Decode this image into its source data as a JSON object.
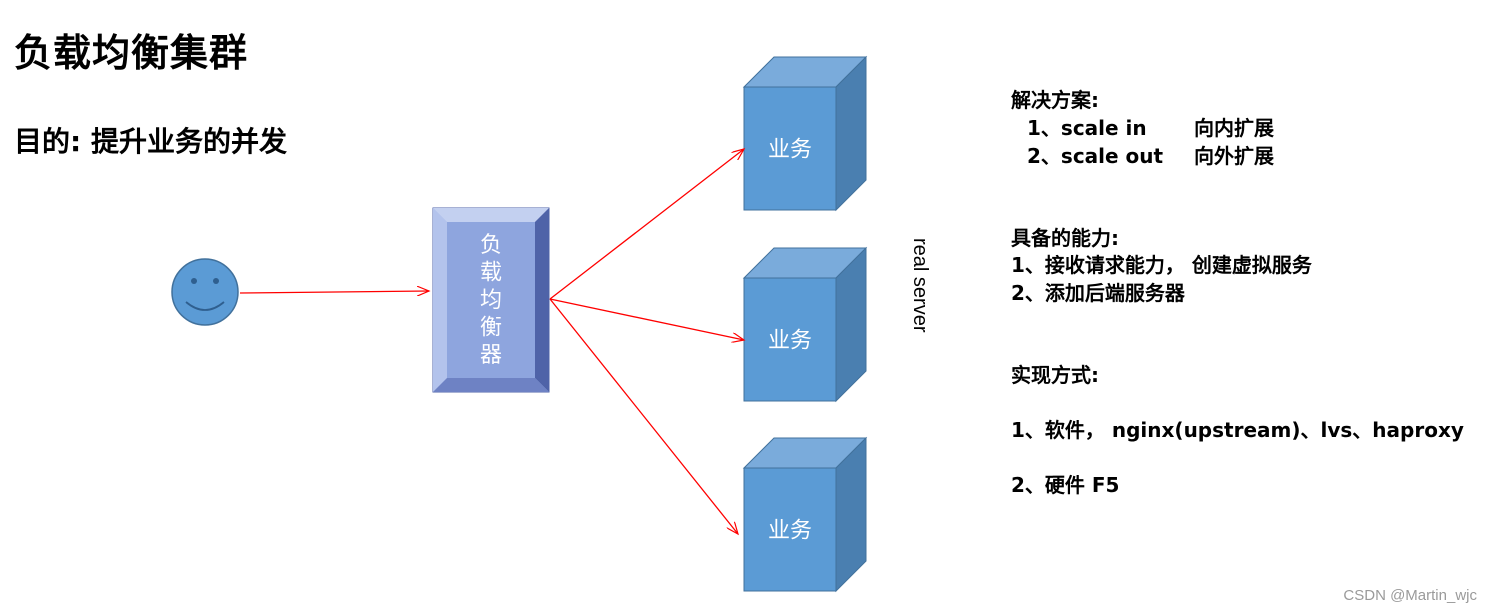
{
  "title": "负载均衡集群",
  "subtitle": "目的: 提升业务的并发",
  "load_balancer": {
    "label_chars": [
      "负",
      "载",
      "均",
      "衡",
      "器"
    ]
  },
  "servers": [
    {
      "label": "业务"
    },
    {
      "label": "业务"
    },
    {
      "label": "业务"
    }
  ],
  "real_server_label": "real  server",
  "solutions": {
    "heading": "解决方案:",
    "items": [
      {
        "text": "1、scale in",
        "desc": "向内扩展"
      },
      {
        "text": "2、scale out",
        "desc": "向外扩展"
      }
    ]
  },
  "capabilities": {
    "heading": "具备的能力:",
    "items": [
      "1、接收请求能力，  创建虚拟服务",
      "2、添加后端服务器"
    ]
  },
  "implementation": {
    "heading": "实现方式:",
    "items": [
      "1、软件，  nginx(upstream)、lvs、haproxy",
      "2、硬件  F5"
    ]
  },
  "watermark": "CSDN @Martin_wjc",
  "colors": {
    "arrow": "#ff0000",
    "cube_front": "#5b9bd5",
    "cube_top": "#7aabdb",
    "cube_side": "#4a7fb0",
    "cube_edge": "#41719c",
    "lb_fill": "#8ea5de",
    "lb_frame": "#a9bbe8",
    "lb_dark": "#4f63a8",
    "smiley_fill": "#5b9bd5",
    "smiley_edge": "#41719c"
  }
}
